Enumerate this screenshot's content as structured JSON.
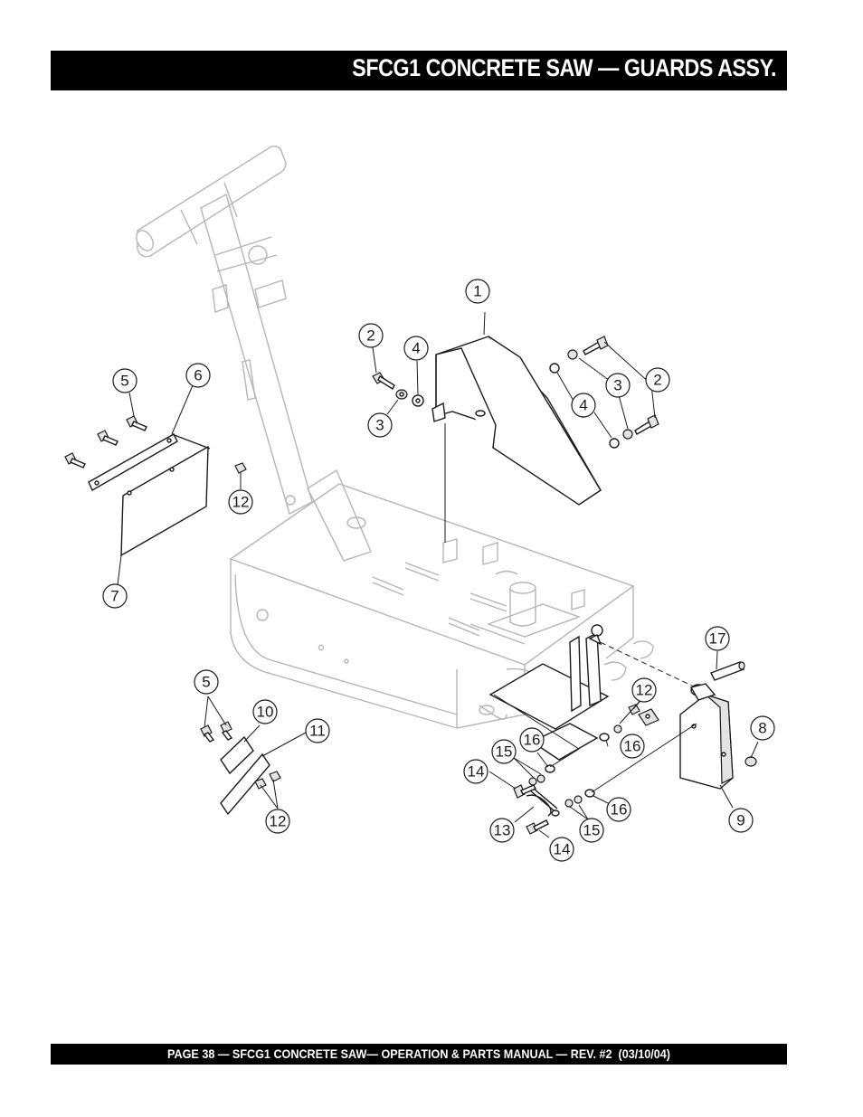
{
  "header": {
    "title": "SFCG1 CONCRETE SAW —  GUARDS ASSY."
  },
  "footer": {
    "text": "PAGE 38 — SFCG1 CONCRETE SAW— OPERATION & PARTS MANUAL — REV. #2  (03/10/04)"
  },
  "callouts": {
    "c1": "1",
    "c2a": "2",
    "c2b": "2",
    "c3a": "3",
    "c3b": "3",
    "c4a": "4",
    "c4b": "4",
    "c5a": "5",
    "c5b": "5",
    "c6": "6",
    "c7": "7",
    "c8": "8",
    "c9": "9",
    "c10": "10",
    "c11": "11",
    "c12a": "12",
    "c12b": "12",
    "c12c": "12",
    "c13": "13",
    "c14a": "14",
    "c14b": "14",
    "c15a": "15",
    "c15b": "15",
    "c16a": "16",
    "c16b": "16",
    "c16c": "16",
    "c17": "17"
  }
}
